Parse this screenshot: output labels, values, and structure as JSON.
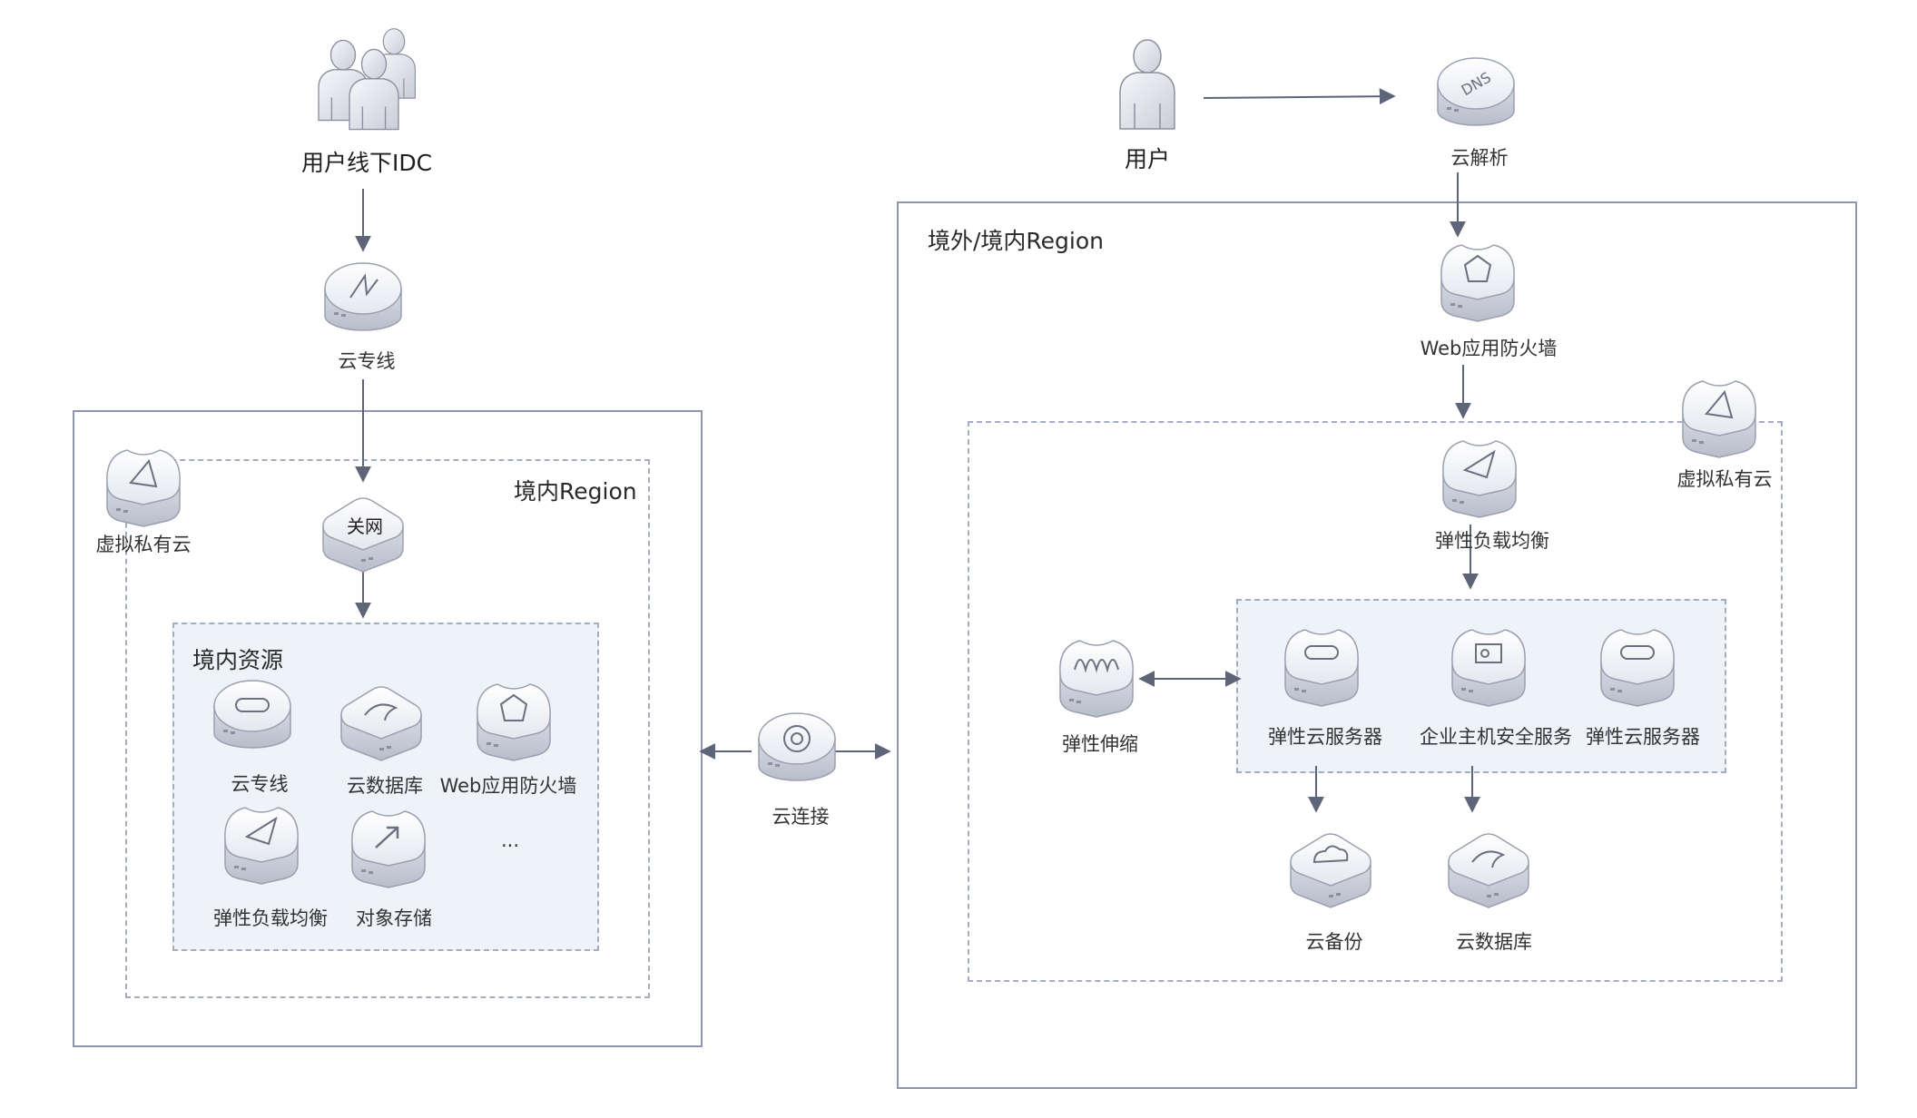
{
  "colors": {
    "line": "#5f6578",
    "box": "#8d96ad",
    "fill": "#eef2f9",
    "icon": "#e3e6ee"
  },
  "left": {
    "idc_label": "用户线下IDC",
    "direct_connect_label": "云专线",
    "region_title": "境内Region",
    "vpc_label": "虚拟私有云",
    "gateway_label": "关网",
    "resources_title": "境内资源",
    "resources": [
      {
        "label": "云专线",
        "icon": "direct-connect-icon"
      },
      {
        "label": "云数据库",
        "icon": "cloud-database-icon"
      },
      {
        "label": "Web应用防火墙",
        "icon": "waf-icon"
      },
      {
        "label": "弹性负载均衡",
        "icon": "load-balancer-icon"
      },
      {
        "label": "对象存储",
        "icon": "object-storage-icon"
      },
      {
        "label": "...",
        "icon": ""
      }
    ]
  },
  "middle": {
    "connect_label": "云连接"
  },
  "right": {
    "user_label": "用户",
    "dns_label": "云解析",
    "region_title": "境外/境内Region",
    "waf_label": "Web应用防火墙",
    "vpc_label": "虚拟私有云",
    "elb_label": "弹性负载均衡",
    "autoscaling_label": "弹性伸缩",
    "ecs1_label": "弹性云服务器",
    "hss_label": "企业主机安全服务",
    "ecs2_label": "弹性云服务器",
    "backup_label": "云备份",
    "database_label": "云数据库"
  }
}
